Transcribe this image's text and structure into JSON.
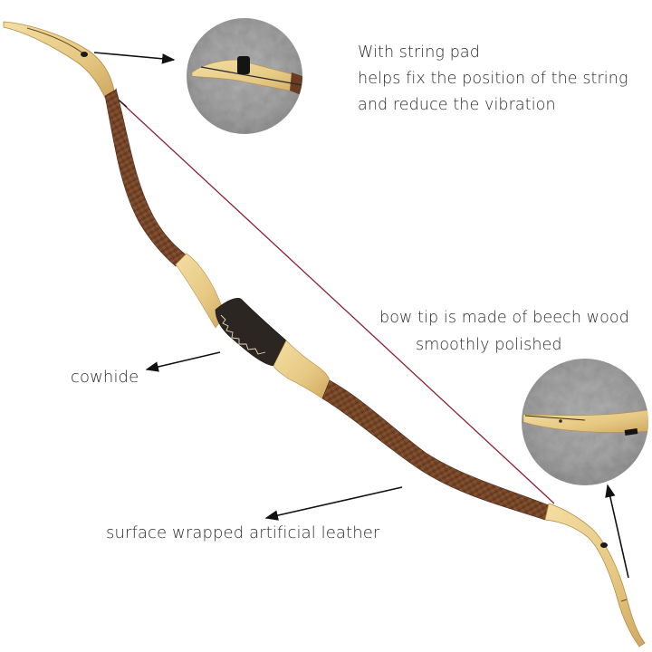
{
  "image": {
    "subject": "traditional-recurve-bow",
    "colors": {
      "background": "#ffffff",
      "beech_wood": "#e9cf8c",
      "beech_wood_shadow": "#c9a25a",
      "limb_wood": "#7a4a2c",
      "limb_wood_dark": "#5a321c",
      "cowhide_grip": "#2c2622",
      "stitching": "#e8dcb8",
      "string": "#8a1f33",
      "felt_circle": "#a9a9a9",
      "arrow": "#111111",
      "text": "#2b2b2b"
    }
  },
  "callouts": {
    "string_pad": {
      "lines": [
        "With string pad",
        "helps fix the position of the string",
        "and reduce the vibration"
      ]
    },
    "bow_tip": {
      "lines": [
        "bow tip is made of beech wood",
        "smoothly polished"
      ]
    },
    "cowhide": {
      "text": "cowhide"
    },
    "surface": {
      "text": "surface wrapped artificial leather"
    }
  }
}
